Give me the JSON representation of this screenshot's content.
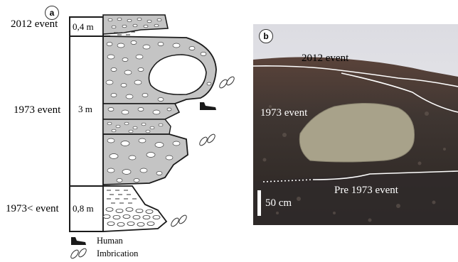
{
  "panel_a": {
    "letter": "a",
    "events": [
      "2012 event",
      "1973 event",
      "1973< event"
    ],
    "thicknesses": [
      "0,4 m",
      "3 m",
      "0,8 m"
    ],
    "legend": [
      {
        "icon": "human-icon",
        "label": "Human"
      },
      {
        "icon": "imbrication-icon",
        "label": "Imbrication"
      }
    ]
  },
  "panel_b": {
    "letter": "b",
    "labels": [
      "2012 event",
      "1973 event",
      "Pre 1973 event"
    ],
    "scale_label": "50 cm"
  },
  "colors": {
    "layer_fill": "#c4c4c4",
    "outline": "#1a1a1a",
    "photo_sky": "#e9e9ec",
    "photo_sediment": "#3f3632",
    "boulder": "#a8a28a",
    "trace_line": "#ffffff"
  }
}
